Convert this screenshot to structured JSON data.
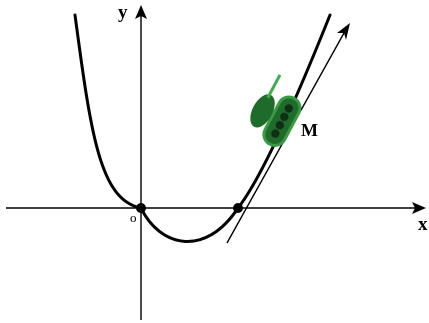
{
  "diagram": {
    "axis_x_label": "x",
    "axis_y_label": "y",
    "origin_label": "o",
    "point_label": "M",
    "colors": {
      "axes": "#000000",
      "curve": "#000000",
      "tangent": "#000000",
      "tank_body": "#1f6b2b",
      "tank_outline": "#3a9a44",
      "tank_wheels": "#0f3014",
      "tank_gun": "#3fae4e",
      "intersection_point": "#000000"
    },
    "icons": [
      "tank-icon",
      "arrow-right-icon",
      "arrow-up-icon"
    ]
  }
}
